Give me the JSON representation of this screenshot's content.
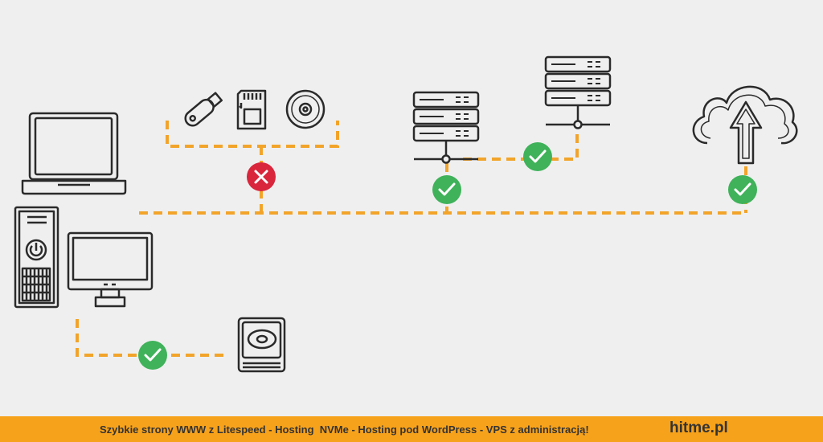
{
  "footer": {
    "text": "Szybkie strony WWW z Litespeed - Hosting  NVMe - Hosting pod WordPress - VPS z administracją!",
    "brand": "hitme.pl"
  },
  "colors": {
    "connector": "#f2a42a",
    "ok": "#3fb25a",
    "fail": "#d9263c",
    "background": "#efefef",
    "footer_bar": "#f7a21b",
    "ink": "#2a2a2a"
  },
  "nodes": [
    {
      "id": "laptop",
      "icon": "laptop-icon"
    },
    {
      "id": "pc-tower",
      "icon": "pc-tower-icon"
    },
    {
      "id": "monitor",
      "icon": "monitor-icon"
    },
    {
      "id": "usb-stick",
      "icon": "usb-stick-icon"
    },
    {
      "id": "sd-card",
      "icon": "sd-card-icon"
    },
    {
      "id": "cd-disc",
      "icon": "cd-disc-icon"
    },
    {
      "id": "server-1",
      "icon": "server-rack-icon"
    },
    {
      "id": "server-2",
      "icon": "server-rack-icon"
    },
    {
      "id": "cloud-upload",
      "icon": "cloud-upload-icon"
    },
    {
      "id": "hard-drive",
      "icon": "hard-drive-icon"
    }
  ],
  "status_badges": [
    {
      "id": "removable-media",
      "status": "fail",
      "icon": "x-icon"
    },
    {
      "id": "server-1",
      "status": "ok",
      "icon": "check-icon"
    },
    {
      "id": "server-2",
      "status": "ok",
      "icon": "check-icon"
    },
    {
      "id": "cloud",
      "status": "ok",
      "icon": "check-icon"
    },
    {
      "id": "hard-drive",
      "status": "ok",
      "icon": "check-icon"
    }
  ]
}
